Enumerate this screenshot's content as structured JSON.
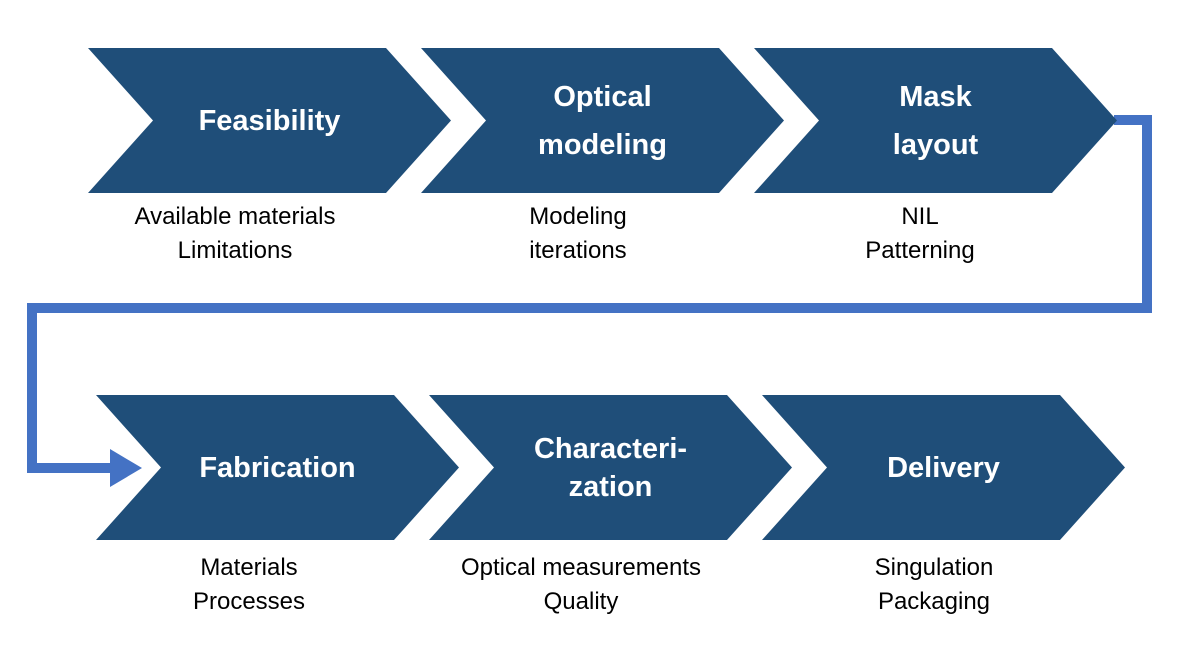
{
  "colors": {
    "chevron": "#1F4E79",
    "connector": "#4472C4",
    "label": "#FFFFFF",
    "subtext": "#000000",
    "background": "#FFFFFF"
  },
  "diagram": {
    "type": "process-flow",
    "rows": 2,
    "steps": [
      {
        "id": 1,
        "label": "Feasibility",
        "sublabel": "Available materials\nLimitations"
      },
      {
        "id": 2,
        "label": "Optical\nmodeling",
        "sublabel": "Modeling\niterations"
      },
      {
        "id": 3,
        "label": "Mask\nlayout",
        "sublabel": "NIL\nPatterning"
      },
      {
        "id": 4,
        "label": "Fabrication",
        "sublabel": "Materials\nProcesses"
      },
      {
        "id": 5,
        "label": "Characteri-\nzation",
        "sublabel": "Optical measurements\nQuality"
      },
      {
        "id": 6,
        "label": "Delivery",
        "sublabel": "Singulation\nPackaging"
      }
    ],
    "connector": {
      "from": "Mask layout",
      "to": "Fabrication",
      "shape": "right-down-left-down-right-arrow"
    }
  }
}
